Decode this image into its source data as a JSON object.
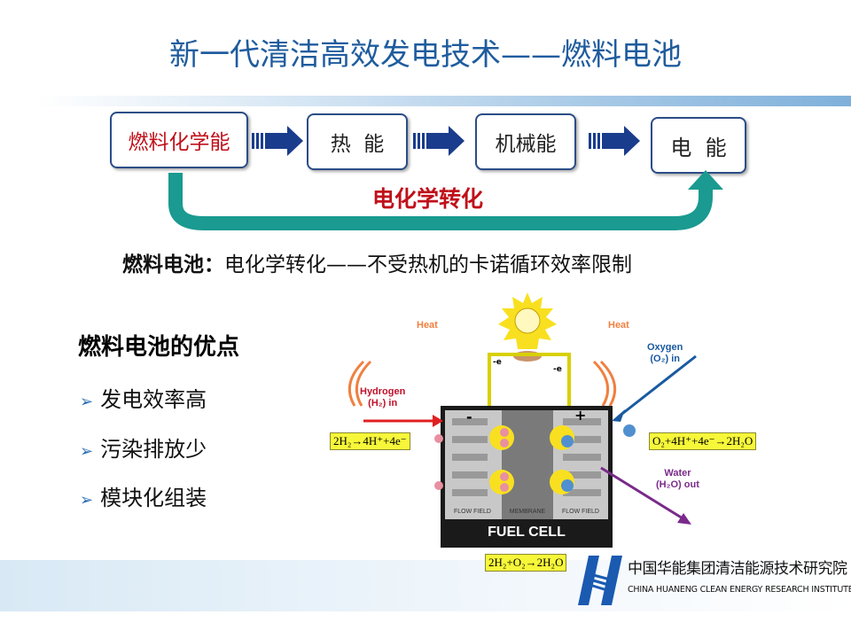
{
  "title": "新一代清洁高效发电技术——燃料电池",
  "flow": {
    "steps": [
      "燃料化学能",
      "热  能",
      "机械能",
      "电  能"
    ],
    "bypass_label": "电化学转化"
  },
  "subtitle": {
    "bold": "燃料电池：",
    "text": "电化学转化——不受热机的卡诺循环效率限制"
  },
  "advantages": {
    "title": "燃料电池的优点",
    "items": [
      "发电效率高",
      "污染排放少",
      "模块化组装"
    ],
    "bullet": "➢"
  },
  "diagram": {
    "heat_left": "Heat",
    "heat_right": "Heat",
    "hydrogen_in": [
      "Hydrogen",
      "(H₂) in"
    ],
    "oxygen_in": [
      "Oxygen",
      "(O₂) in"
    ],
    "water_out": [
      "Water",
      "(H₂O) out"
    ],
    "anode_eq": "2H₂→4H⁺+4e⁻",
    "cathode_eq": "O₂+4H⁺+4e⁻→2H₂O",
    "overall_eq": "2H₂+O₂→2H₂O",
    "flow_field_left": "FLOW FIELD",
    "membrane": "MEMBRANE",
    "flow_field_right": "FLOW FIELD",
    "fuel_cell": "FUEL CELL",
    "minus": "-",
    "plus": "+",
    "electron": "-e"
  },
  "logo": {
    "cn": "中国华能集团清洁能源技术研究院",
    "en": "CHINA HUANENG CLEAN ENERGY RESEARCH INSTITUTE"
  },
  "colors": {
    "title": "#1f5c9e",
    "red": "#c0101a",
    "teal": "#1a9a90",
    "navy": "#1a3c8c"
  }
}
